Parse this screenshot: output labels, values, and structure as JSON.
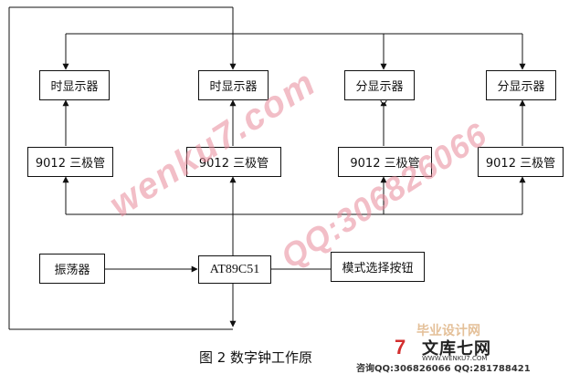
{
  "blocks": {
    "hour_display_1": "时显示器",
    "hour_display_2": "时显示器",
    "minute_display_1": "分显示器",
    "minute_display_2": "分显示器",
    "transistor_1": "9012 三极管",
    "transistor_2": "9012 三极管",
    "transistor_3": "9012 三极管",
    "transistor_4": "9012 三极管",
    "oscillator": "振荡器",
    "mcu": "AT89C51",
    "mode_button": "模式选择按钮"
  },
  "caption": "图 2  数字钟工作原",
  "watermark": {
    "site": "wenku7.com",
    "qq": "QQ:306826066"
  },
  "logo": {
    "mark": "7",
    "title": "文库七网",
    "url": "WWW.WENKU7.COM",
    "contact": "咨询QQ:306826066  QQ:281788421",
    "stamp": "毕业设计网"
  },
  "colors": {
    "line": "#111111",
    "watermark": "#e88a9a",
    "logo_mark": "#d32f2f"
  }
}
